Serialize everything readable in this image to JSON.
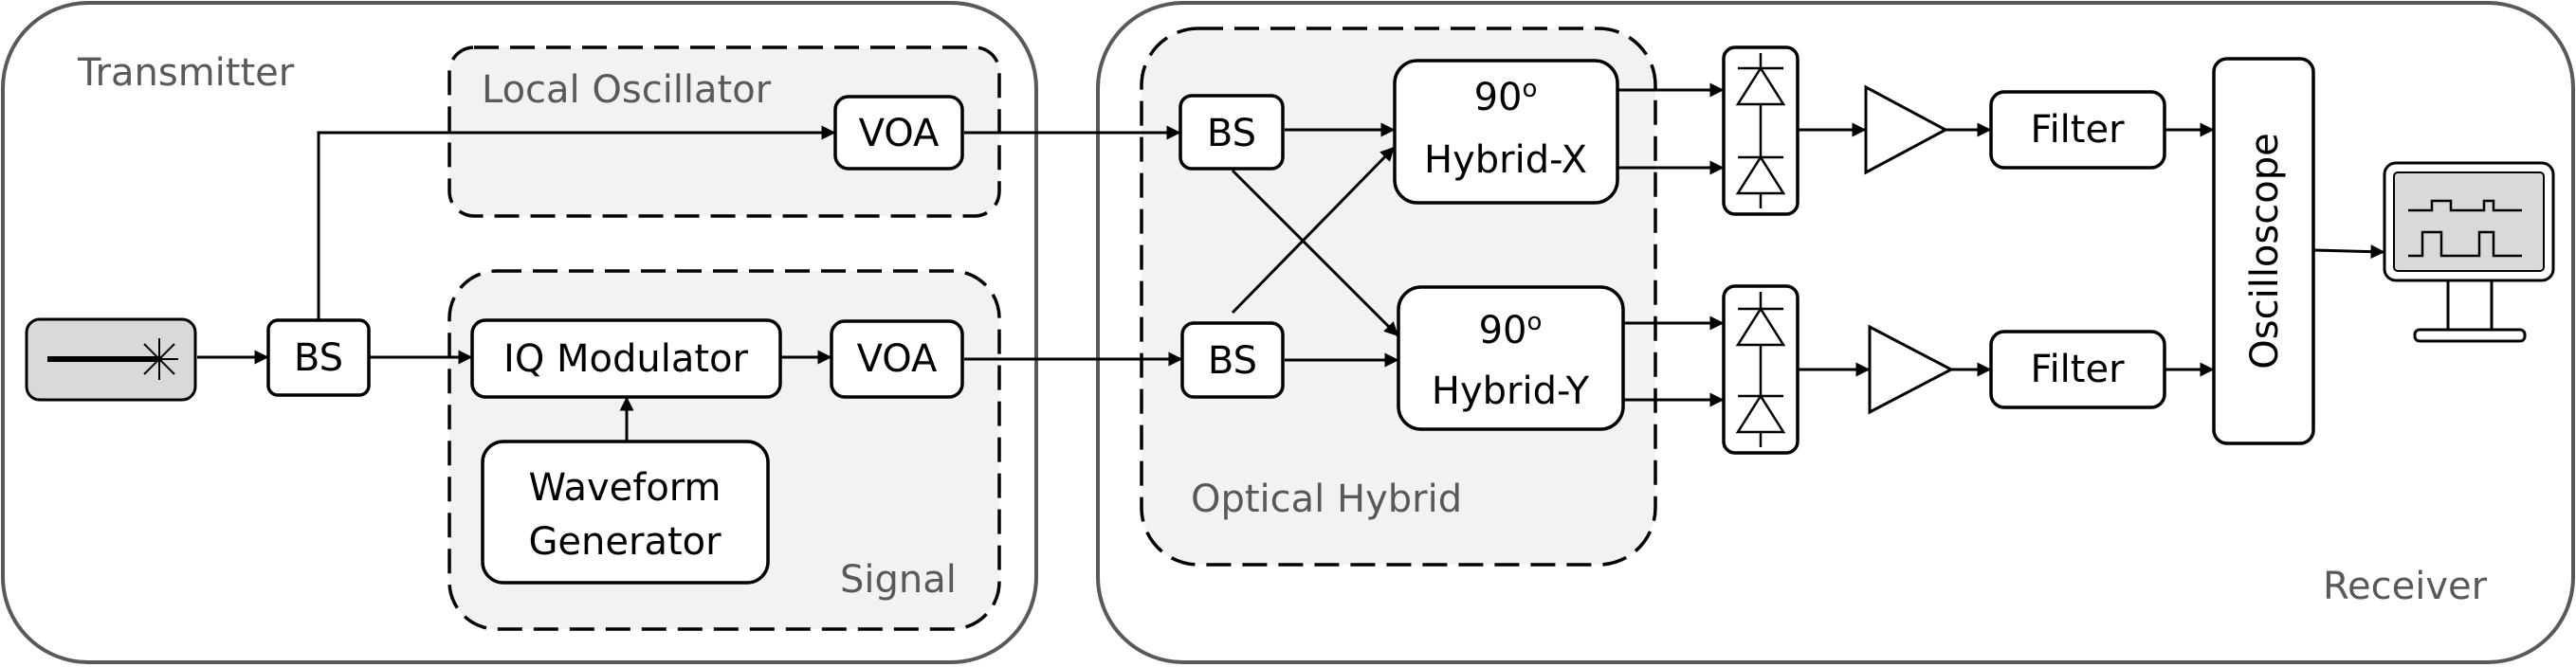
{
  "regions": {
    "transmitter": "Transmitter",
    "receiver": "Receiver"
  },
  "groups": {
    "local_oscillator": "Local Oscillator",
    "signal": "Signal",
    "optical_hybrid": "Optical Hybrid"
  },
  "blocks": {
    "bs": "BS",
    "voa": "VOA",
    "iq_modulator": "IQ Modulator",
    "waveform_line1": "Waveform",
    "waveform_line2": "Generator",
    "hybrid_deg": "90",
    "hybrid_sup": "o",
    "hybrid_x": "Hybrid-X",
    "hybrid_y": "Hybrid-Y",
    "filter": "Filter",
    "oscilloscope": "Oscilloscope"
  },
  "icons": [
    "laser-icon",
    "photodiode-icon",
    "amplifier-icon",
    "monitor-icon"
  ]
}
